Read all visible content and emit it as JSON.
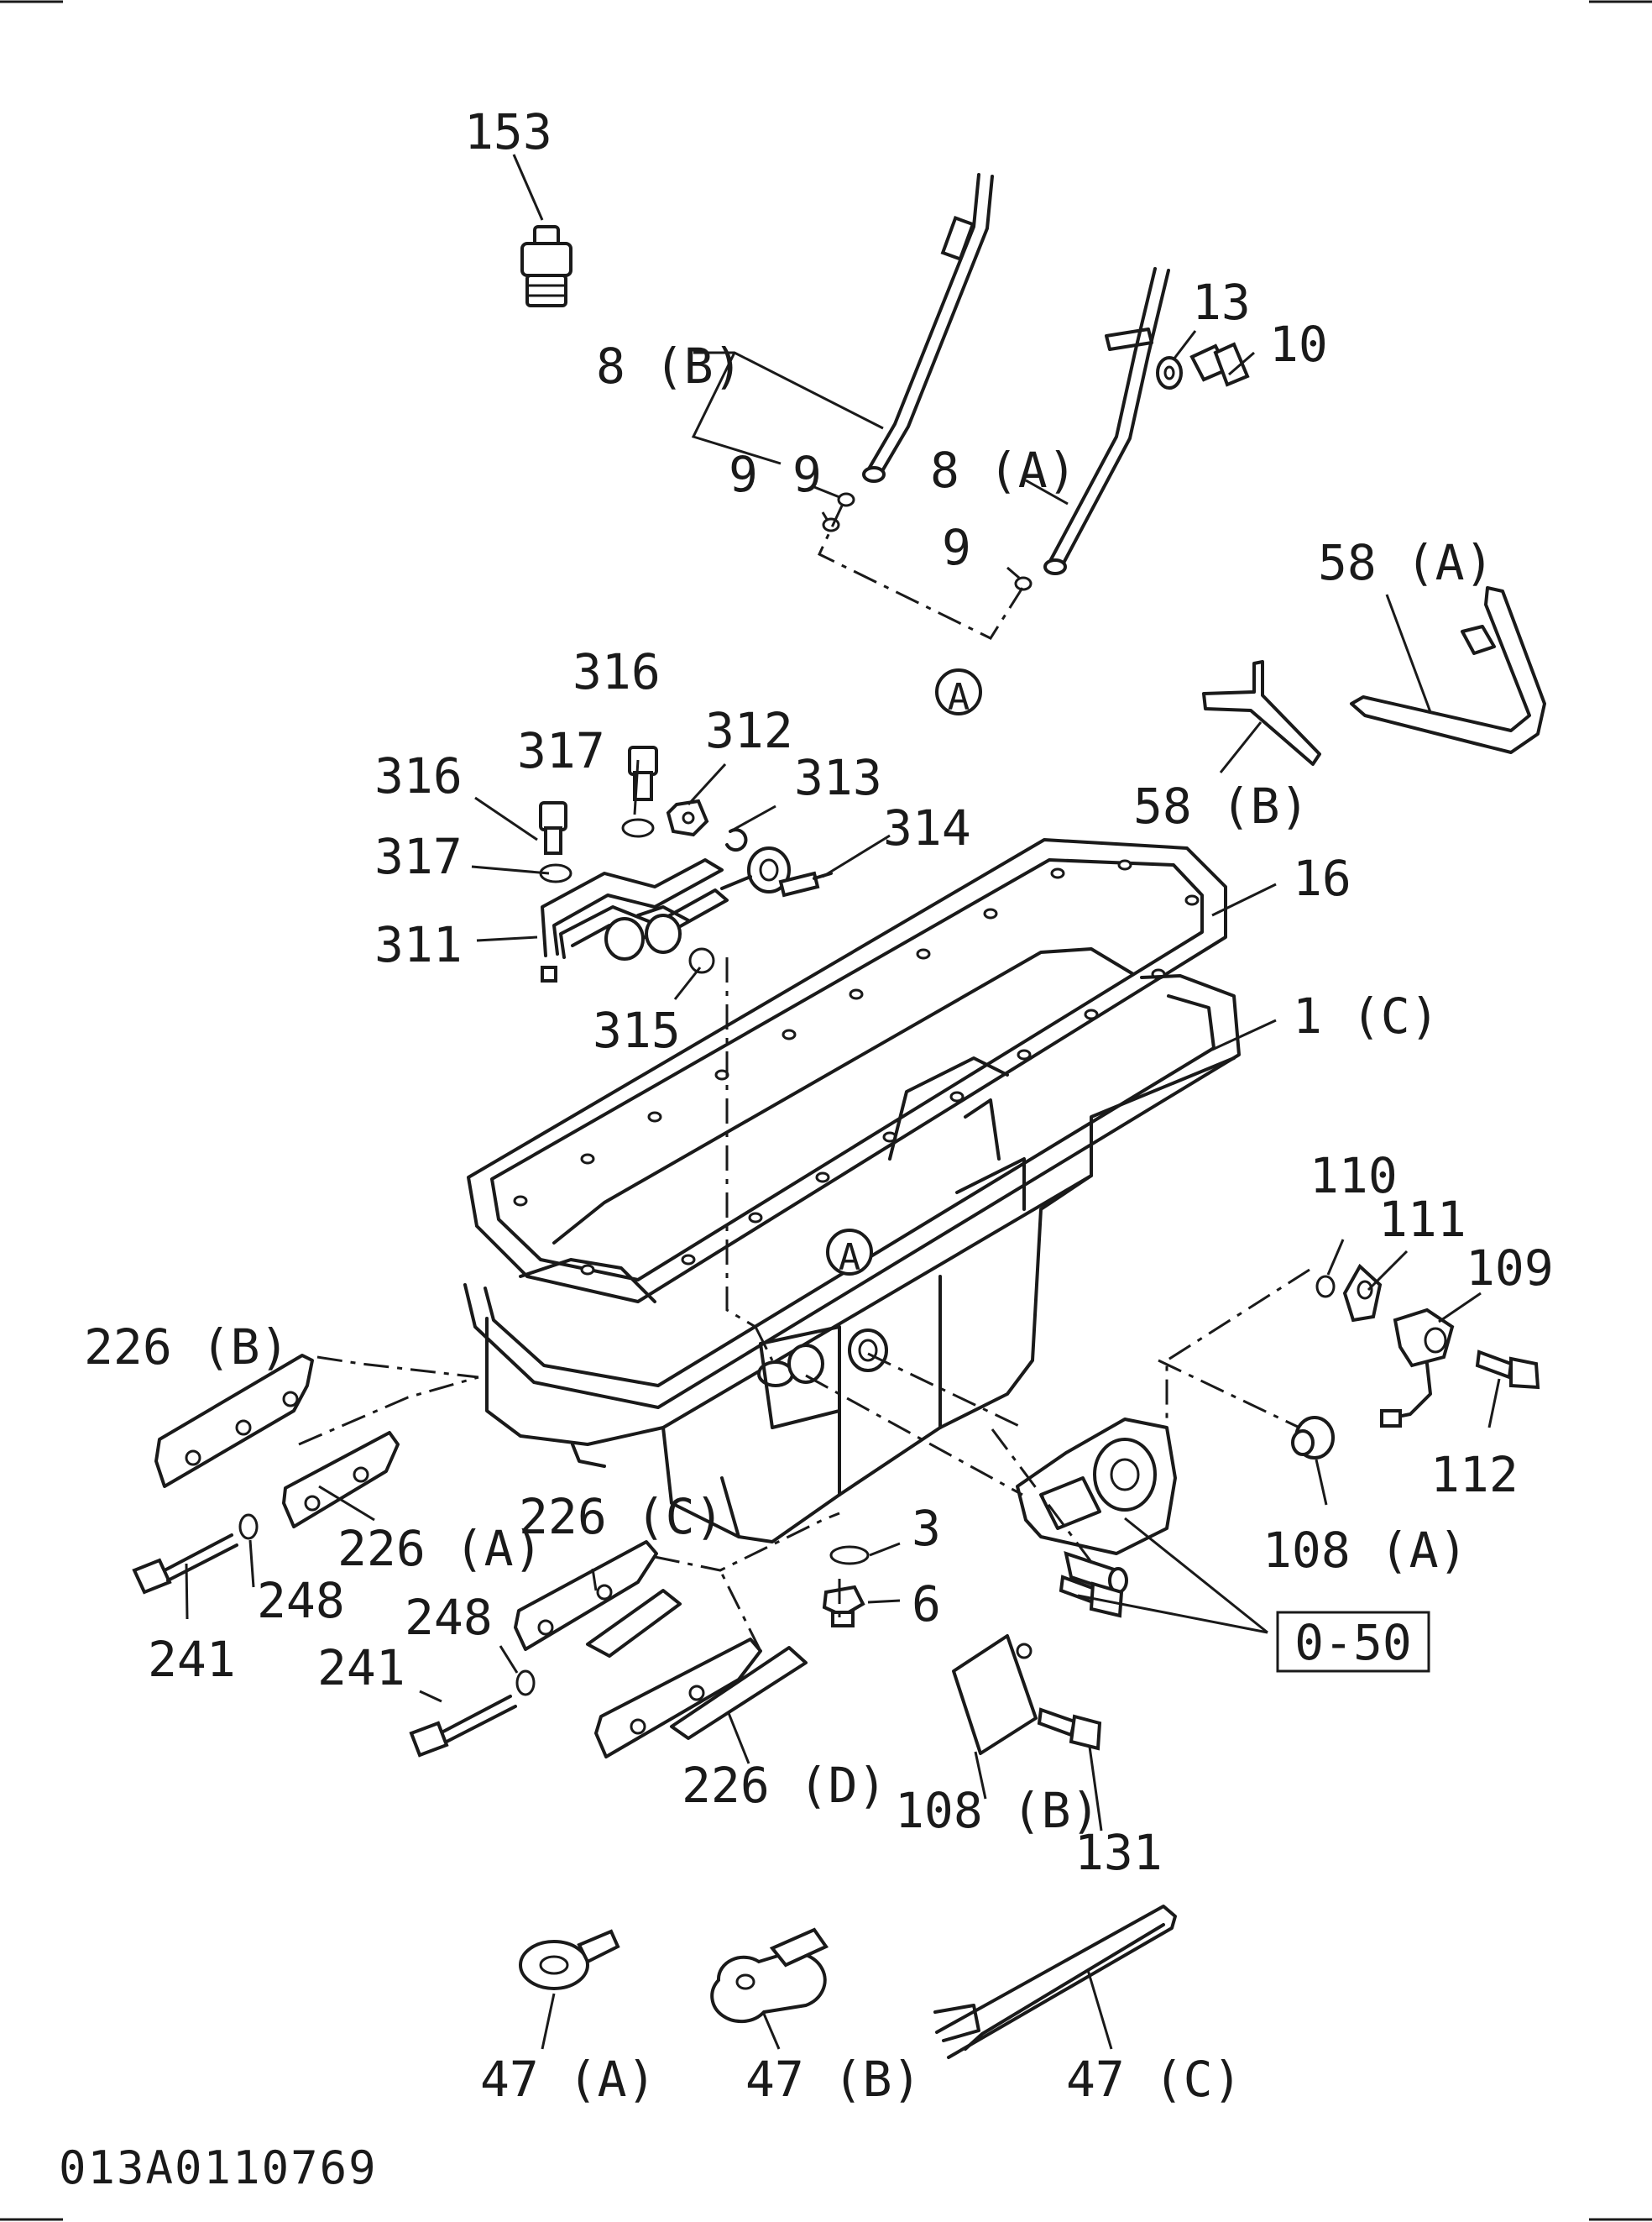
{
  "diagram": {
    "drawing_code": "013A0110769",
    "reference_callout": "0-50",
    "circle_marker": "A",
    "callouts": [
      "153",
      "8 (B)",
      "9",
      "9",
      "8 (A)",
      "9",
      "13",
      "10",
      "58 (A)",
      "58 (B)",
      "316",
      "317",
      "312",
      "313",
      "316",
      "314",
      "317",
      "311",
      "315",
      "16",
      "1 (C)",
      "110",
      "111",
      "109",
      "226 (B)",
      "112",
      "226 (A)",
      "108 (A)",
      "226 (C)",
      "3",
      "248",
      "241",
      "248",
      "6",
      "241",
      "226 (D)",
      "108 (B)",
      "131",
      "47 (A)",
      "47 (B)",
      "47 (C)"
    ],
    "parts": [
      "temperature-sensor",
      "dipstick-b",
      "dipstick-a",
      "dipstick-guide-tube-a",
      "o-ring",
      "washer",
      "bolt",
      "bracket-a",
      "bracket-b",
      "oil-pipe-assembly",
      "eye-bolt",
      "gasket-washer",
      "nut",
      "clip",
      "stud",
      "oil-pan-gasket",
      "oil-pan",
      "oil-level-sensor",
      "drain-plug",
      "stiffener-bar",
      "cover",
      "clamp-a",
      "clamp-b",
      "cable-tie"
    ]
  }
}
